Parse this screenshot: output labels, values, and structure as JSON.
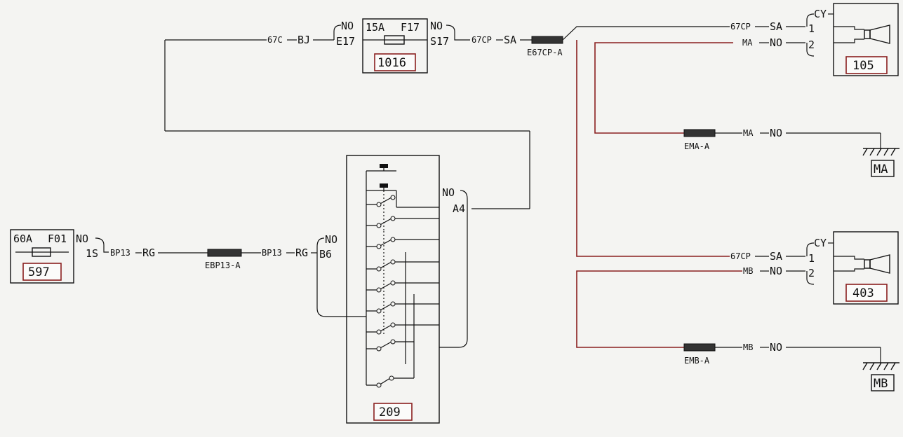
{
  "fuse_597": {
    "rating": "60A",
    "fuse_id": "F01",
    "pin_color": "NO",
    "pin": "1S",
    "unit": "597"
  },
  "wire_bp13": {
    "left_code": "BP13",
    "left_color": "RG",
    "splice": "EBP13-A",
    "right_code": "BP13",
    "right_color": "RG"
  },
  "switch_209": {
    "pin_b_color": "NO",
    "pin_b": "B6",
    "pin_a_color": "NO",
    "pin_a": "A4",
    "unit": "209"
  },
  "wire_67c": {
    "code": "67C",
    "color": "BJ"
  },
  "fuse_1016": {
    "left_color": "NO",
    "right_color": "NO",
    "left_pin": "E17",
    "right_pin": "S17",
    "rating": "15A",
    "fuse_id": "F17",
    "unit": "1016"
  },
  "wire_67cp": {
    "code": "67CP",
    "color": "SA",
    "splice": "E67CP-A"
  },
  "horn_105": {
    "connector": "CY",
    "pin1": "1",
    "pin2": "2",
    "w1_code": "67CP",
    "w1_color": "SA",
    "w2_code": "MA",
    "w2_color": "NO",
    "unit": "105"
  },
  "ground_ma": {
    "splice": "EMA-A",
    "code": "MA",
    "color": "NO",
    "label": "MA"
  },
  "horn_403": {
    "connector": "CY",
    "pin1": "1",
    "pin2": "2",
    "w1_code": "67CP",
    "w1_color": "SA",
    "w2_code": "MB",
    "w2_color": "NO",
    "unit": "403"
  },
  "ground_mb": {
    "splice": "EMB-A",
    "code": "MB",
    "color": "NO",
    "label": "MB"
  }
}
